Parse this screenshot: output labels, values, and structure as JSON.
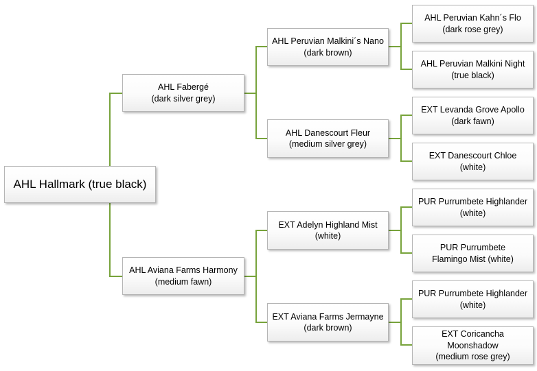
{
  "colors": {
    "connector": "#77a33b",
    "box_border": "#b5b5b5"
  },
  "pedigree": {
    "root": {
      "label": "AHL Hallmark (true black)"
    },
    "sire": {
      "line1": "AHL Fabergé",
      "line2": "(dark silver grey)"
    },
    "dam": {
      "line1": "AHL Aviana Farms Harmony",
      "line2": "(medium fawn)"
    },
    "sire_sire": {
      "line1": "AHL Peruvian Malkini´s Nano",
      "line2": "(dark brown)"
    },
    "sire_dam": {
      "line1": "AHL Danescourt Fleur",
      "line2": "(medium silver grey)"
    },
    "dam_sire": {
      "line1": "EXT Adelyn Highland Mist",
      "line2": "(white)"
    },
    "dam_dam": {
      "line1": "EXT Aviana Farms Jermayne",
      "line2": "(dark brown)"
    },
    "ss_sire": {
      "line1": "AHL Peruvian Kahn´s Flo",
      "line2": "(dark rose grey)"
    },
    "ss_dam": {
      "line1": "AHL Peruvian Malkini Night",
      "line2": "(true black)"
    },
    "sd_sire": {
      "line1": "EXT Levanda Grove Apollo",
      "line2": "(dark fawn)"
    },
    "sd_dam": {
      "line1": "EXT Danescourt Chloe",
      "line2": "(white)"
    },
    "ds_sire": {
      "line1": "PUR Purrumbete Highlander",
      "line2": "(white)"
    },
    "ds_dam": {
      "line1": "PUR Purrumbete",
      "line2": "Flamingo Mist (white)"
    },
    "dd_sire": {
      "line1": "PUR Purrumbete Highlander",
      "line2": "(white)"
    },
    "dd_dam": {
      "line1": "EXT Coricancha",
      "line2": "Moonshadow",
      "line3": "(medium rose grey)"
    }
  }
}
